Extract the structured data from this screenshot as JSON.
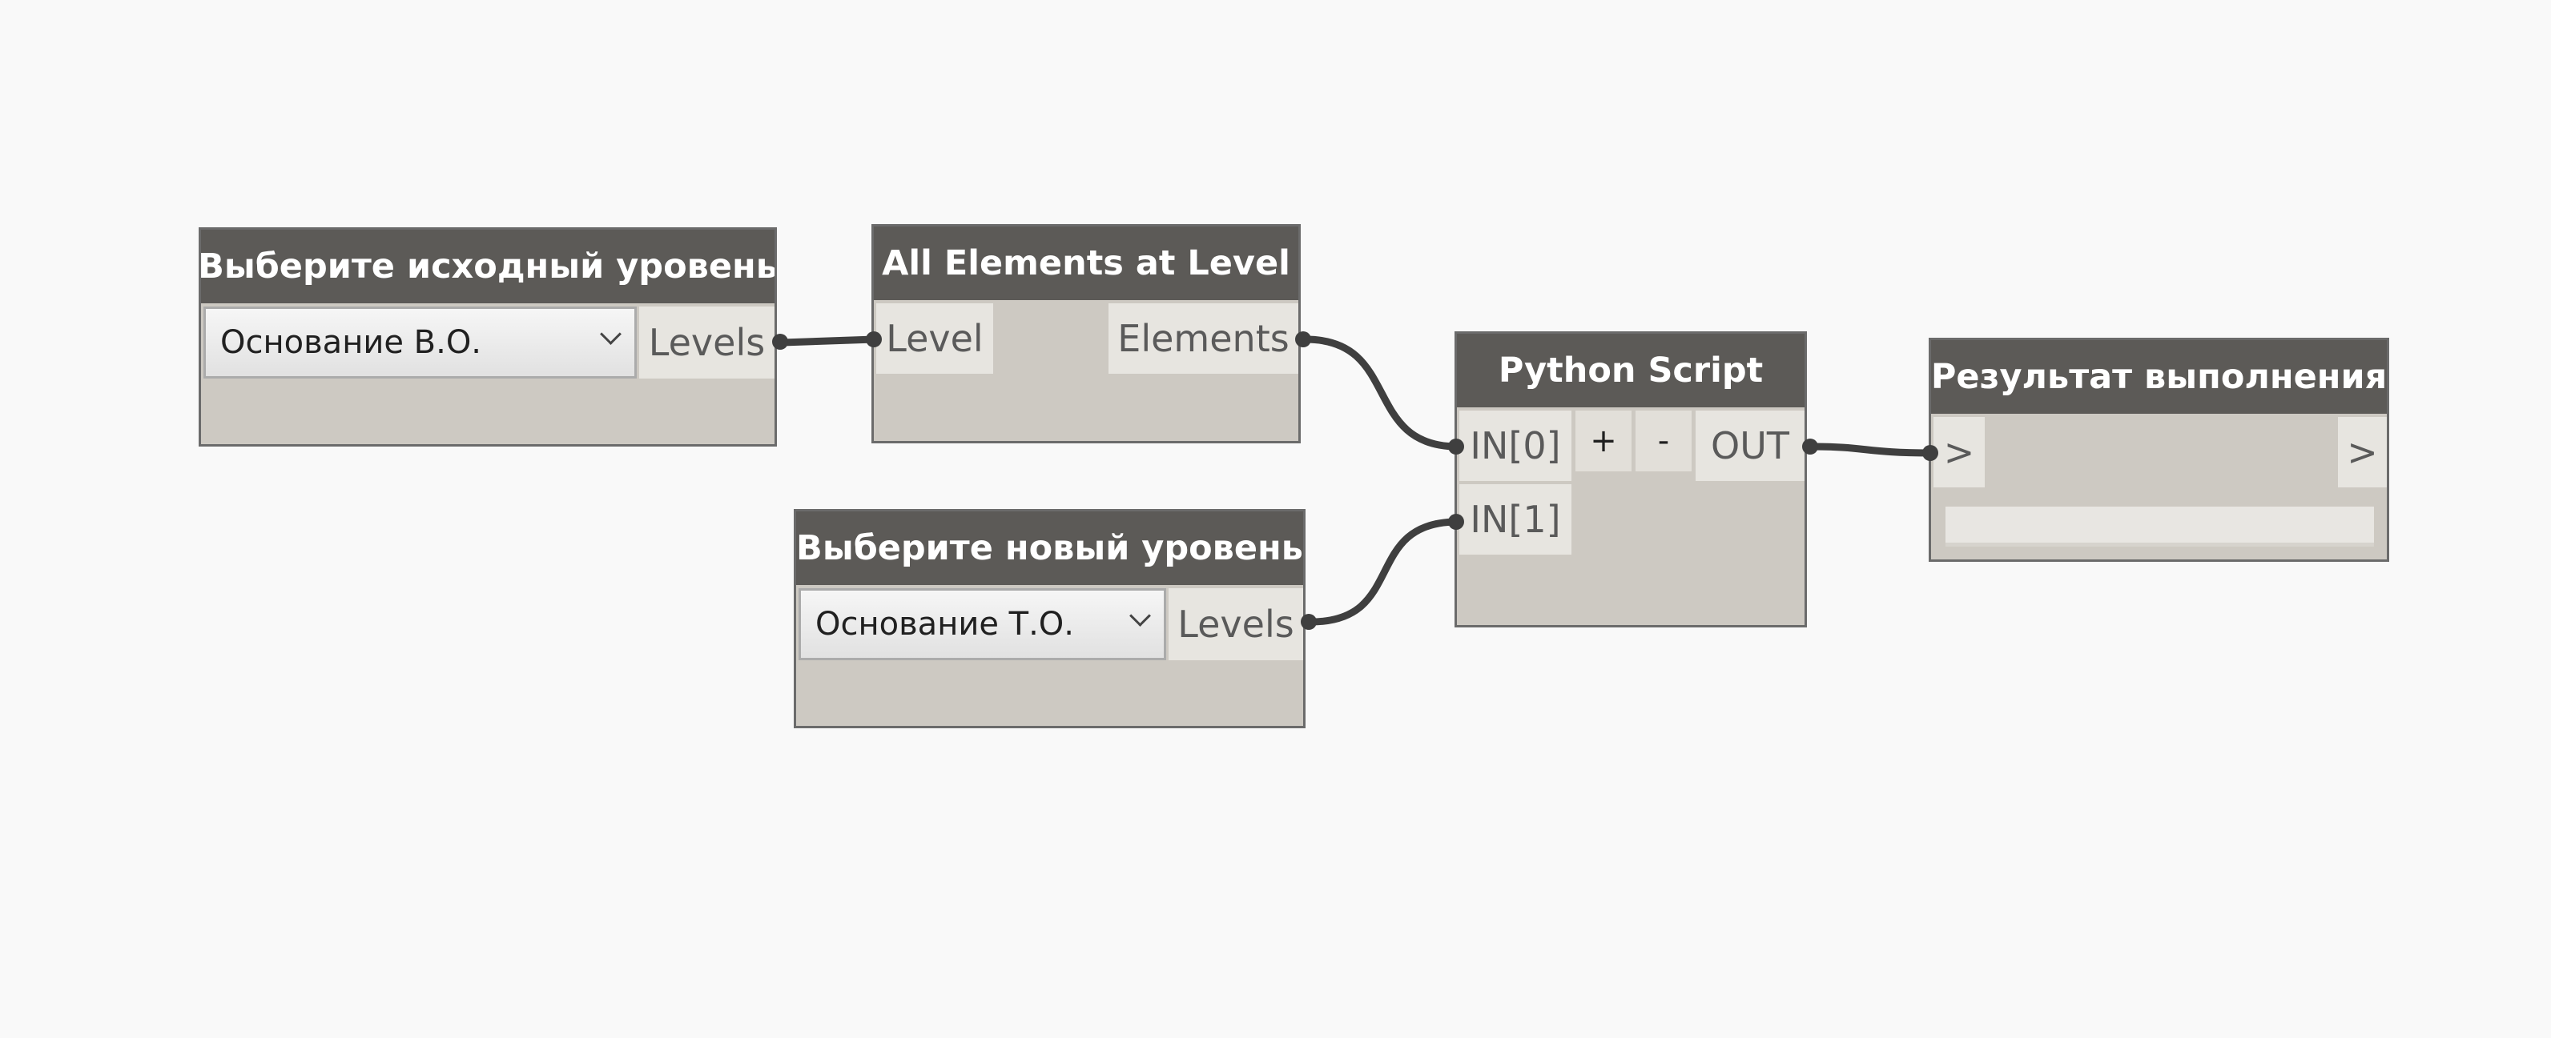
{
  "nodes": {
    "select_source_level": {
      "title": "Выберите исходный уровень",
      "selected_value": "Основание В.О.",
      "output_port": "Levels"
    },
    "all_elements_at_level": {
      "title": "All Elements at Level",
      "input_port": "Level",
      "output_port": "Elements"
    },
    "select_new_level": {
      "title": "Выберите новый уровень",
      "selected_value": "Основание Т.О.",
      "output_port": "Levels"
    },
    "python_script": {
      "title": "Python Script",
      "input_ports": [
        "IN[0]",
        "IN[1]"
      ],
      "add_port_label": "+",
      "remove_port_label": "-",
      "output_port": "OUT"
    },
    "watch_result": {
      "title": "Результат выполнения",
      "input_port": ">",
      "output_port": ">"
    }
  },
  "colors": {
    "canvas": "#f9f9f9",
    "node_header": "#5c5a57",
    "node_body": "#cdc9c2",
    "port": "#e7e5e0",
    "wire": "#3f3f3f"
  }
}
